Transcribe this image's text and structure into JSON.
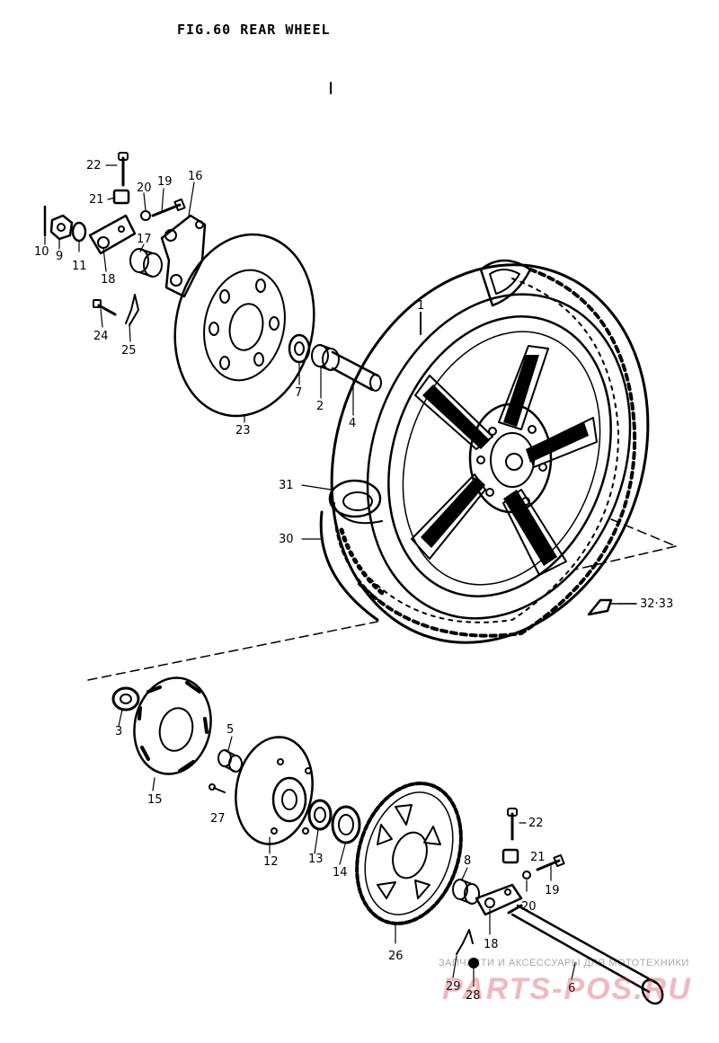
{
  "figure": {
    "title": "FIG.60  REAR WHEEL"
  },
  "callouts": [
    {
      "id": "c22a",
      "text": "22"
    },
    {
      "id": "c21a",
      "text": "21"
    },
    {
      "id": "c20a",
      "text": "20"
    },
    {
      "id": "c19a",
      "text": "19"
    },
    {
      "id": "c16",
      "text": "16"
    },
    {
      "id": "c10",
      "text": "10"
    },
    {
      "id": "c9",
      "text": "9"
    },
    {
      "id": "c11",
      "text": "11"
    },
    {
      "id": "c18a",
      "text": "18"
    },
    {
      "id": "c17",
      "text": "17"
    },
    {
      "id": "c24",
      "text": "24"
    },
    {
      "id": "c25",
      "text": "25"
    },
    {
      "id": "c7",
      "text": "7"
    },
    {
      "id": "c2",
      "text": "2"
    },
    {
      "id": "c4",
      "text": "4"
    },
    {
      "id": "c23",
      "text": "23"
    },
    {
      "id": "c1",
      "text": "1"
    },
    {
      "id": "c31",
      "text": "31"
    },
    {
      "id": "c30",
      "text": "30"
    },
    {
      "id": "c3233",
      "text": "32·33"
    },
    {
      "id": "c3",
      "text": "3"
    },
    {
      "id": "c15",
      "text": "15"
    },
    {
      "id": "c5",
      "text": "5"
    },
    {
      "id": "c27",
      "text": "27"
    },
    {
      "id": "c12",
      "text": "12"
    },
    {
      "id": "c13",
      "text": "13"
    },
    {
      "id": "c14",
      "text": "14"
    },
    {
      "id": "c26",
      "text": "26"
    },
    {
      "id": "c8",
      "text": "8"
    },
    {
      "id": "c22b",
      "text": "22"
    },
    {
      "id": "c21b",
      "text": "21"
    },
    {
      "id": "c20b",
      "text": "20"
    },
    {
      "id": "c19b",
      "text": "19"
    },
    {
      "id": "c18b",
      "text": "18"
    },
    {
      "id": "c29",
      "text": "29"
    },
    {
      "id": "c28",
      "text": "28"
    },
    {
      "id": "c6",
      "text": "6"
    }
  ],
  "watermark": {
    "tagline": "ЗАПЧАСТИ И АКСЕССУАРЫ ДЛЯ МОТОТЕХНИКИ",
    "brand": "PARTS-POS.RU"
  },
  "colors": {
    "ink": "#000000",
    "watermark": "#d23a4a"
  }
}
